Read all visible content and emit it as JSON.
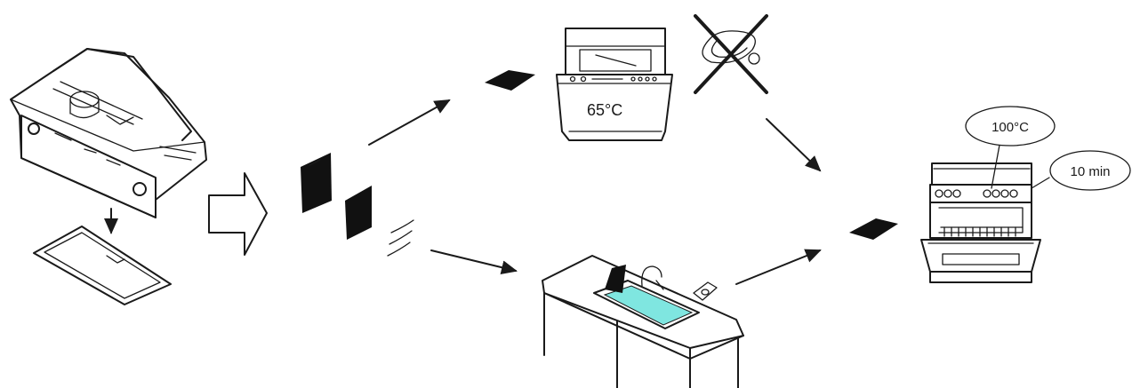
{
  "dishwasher": {
    "temperature_label": "65°C"
  },
  "oven": {
    "temperature_label": "100°C",
    "duration_label": "10 min"
  },
  "colors": {
    "ink": "#1a1a1a",
    "filter": "#111111",
    "sink_water": "#7fe6e0"
  },
  "icons": {
    "not_allowed": "crossed-out-wire-brush-icon",
    "direction": "arrow-icon",
    "transition": "hollow-arrow-icon"
  }
}
